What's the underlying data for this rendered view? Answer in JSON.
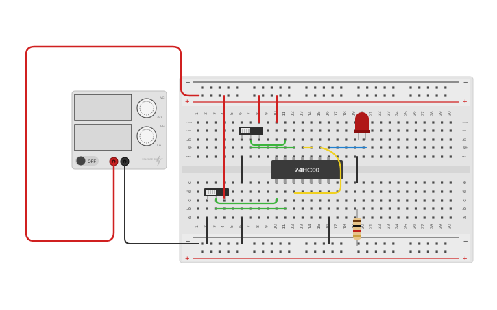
{
  "breadboard": {
    "column_numbers": [
      "1",
      "2",
      "3",
      "4",
      "5",
      "6",
      "7",
      "8",
      "9",
      "10",
      "11",
      "12",
      "13",
      "14",
      "15",
      "16",
      "17",
      "18",
      "19",
      "20",
      "21",
      "22",
      "23",
      "24",
      "25",
      "26",
      "27",
      "28",
      "29",
      "30"
    ],
    "top_row_letters": [
      "j",
      "i",
      "h",
      "g",
      "f"
    ],
    "bottom_row_letters": [
      "e",
      "d",
      "c",
      "b",
      "a"
    ],
    "rail_plus_label": "+",
    "rail_minus_label": "−"
  },
  "power_supply": {
    "switch_label": "OFF",
    "voltage_knob_label": "10 V",
    "current_knob_label": "5 A",
    "voltage_knob_mark": "VC",
    "current_knob_mark": "CC",
    "panel_caption": "VOLTAGE SUPPLY"
  },
  "chip": {
    "label": "74HC00"
  },
  "wire_colors": {
    "power": "#d02020",
    "ground": "#303030",
    "green": "#3cb43c",
    "yellow": "#f0d020",
    "blue": "#2080d0"
  },
  "led_color": "#b01818"
}
